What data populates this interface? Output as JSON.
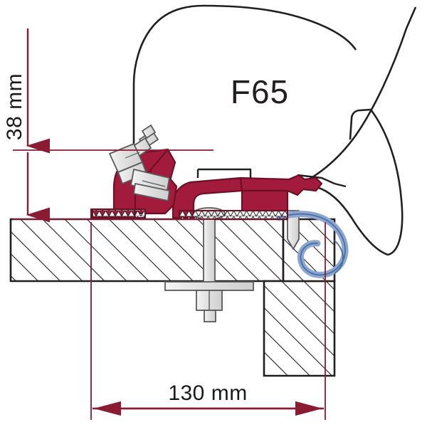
{
  "drawing": {
    "title": "F65 awning roof adapter mounting cross-section",
    "model_label": "F65",
    "dimensions": {
      "height": {
        "label": "38 mm",
        "value": 38,
        "unit": "mm",
        "orientation": "vertical",
        "arrow_style": "double-arrow-outside"
      },
      "width": {
        "label": "130 mm",
        "value": 130,
        "unit": "mm",
        "orientation": "horizontal",
        "arrow_style": "double-arrow-inside"
      }
    },
    "colors": {
      "dimension_line": "#8B1A33",
      "adapter_profile": "#8E1B38",
      "adapter_fill": "#A31B3C",
      "outline": "#231f20",
      "metal_fill": "#e3e3e3",
      "metal_stroke": "#5a5a5a",
      "seal": "#b9cbe8",
      "seal_stroke": "#4a6fa5",
      "hatch_stroke": "#231f20",
      "panel_fill": "#ffffff",
      "background": "#ffffff"
    },
    "parts": [
      {
        "name": "awning-case",
        "kind": "outline",
        "description": "F65 awning cassette body"
      },
      {
        "name": "roof-adapter-bracket",
        "kind": "profile",
        "description": "red anodised roof adapter bracket"
      },
      {
        "name": "adapter-rail",
        "kind": "profile",
        "description": "red adapter rail with toothed base"
      },
      {
        "name": "roof-panel",
        "kind": "hatched-section",
        "description": "vehicle roof panel in section"
      },
      {
        "name": "wall-panel",
        "kind": "hatched-section",
        "description": "vehicle wall panel in section"
      },
      {
        "name": "through-bolt",
        "kind": "fastener",
        "description": "long through bolt with washer and nut"
      },
      {
        "name": "screw",
        "kind": "fastener",
        "description": "self tapping screw"
      },
      {
        "name": "clamp-bolt",
        "kind": "fastener",
        "description": "adjustable clamp bolt assembly"
      },
      {
        "name": "seal-spiral",
        "kind": "seal",
        "description": "blue-grey spiral seal / gutter hook"
      },
      {
        "name": "vehicle-body",
        "kind": "outline",
        "description": "vehicle body side curve"
      }
    ]
  }
}
